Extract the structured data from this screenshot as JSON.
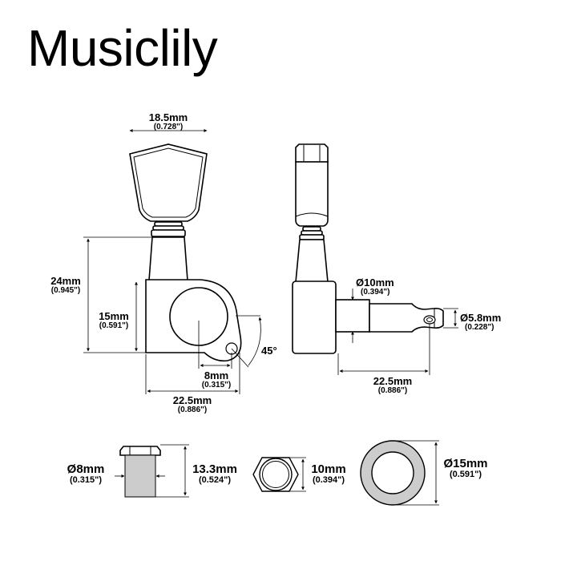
{
  "brand": {
    "title": "Musiclily"
  },
  "front_view": {
    "button_width": {
      "mm": "18.5mm",
      "in": "(0.728\")"
    },
    "total_height": {
      "mm": "24mm",
      "in": "(0.945\")"
    },
    "housing_height": {
      "mm": "15mm",
      "in": "(0.591\")"
    },
    "screw_offset": {
      "mm": "8mm",
      "in": "(0.315\")"
    },
    "housing_width": {
      "mm": "22.5mm",
      "in": "(0.886\")"
    },
    "tab_angle": "45°"
  },
  "side_view": {
    "bushing_diameter": {
      "mm": "Ø10mm",
      "in": "(0.394\")"
    },
    "post_diameter": {
      "mm": "Ø5.8mm",
      "in": "(0.228\")"
    },
    "post_length": {
      "mm": "22.5mm",
      "in": "(0.886\")"
    }
  },
  "parts": {
    "bushing": {
      "diameter": {
        "mm": "Ø8mm",
        "in": "(0.315\")"
      },
      "height": {
        "mm": "13.3mm",
        "in": "(0.524\")"
      }
    },
    "hex_nut": {
      "size": {
        "mm": "10mm",
        "in": "(0.394\")"
      }
    },
    "washer": {
      "diameter": {
        "mm": "Ø15mm",
        "in": "(0.591\")"
      }
    }
  },
  "colors": {
    "line": "#000000",
    "fill_gray": "#cccccc",
    "dim_line": "#555555"
  }
}
